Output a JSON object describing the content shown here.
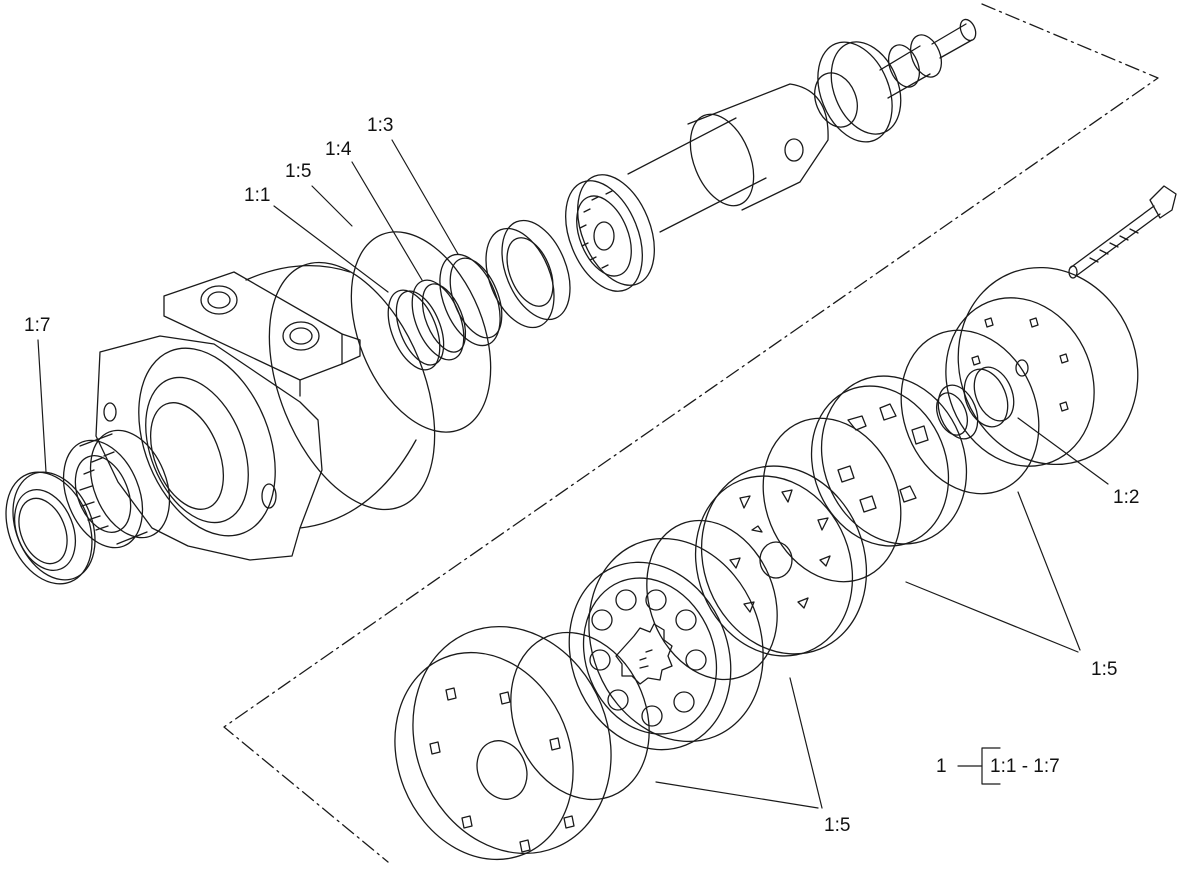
{
  "callouts": {
    "c17": "1:7",
    "c11": "1:1",
    "c15a": "1:5",
    "c14": "1:4",
    "c13": "1:3",
    "c12": "1:2",
    "c15b": "1:5",
    "c15c": "1:5"
  },
  "kit_legend": {
    "item": "1",
    "range": "1:1 - 1:7"
  },
  "colors": {
    "line": "#1a1a1a",
    "background": "#ffffff"
  }
}
